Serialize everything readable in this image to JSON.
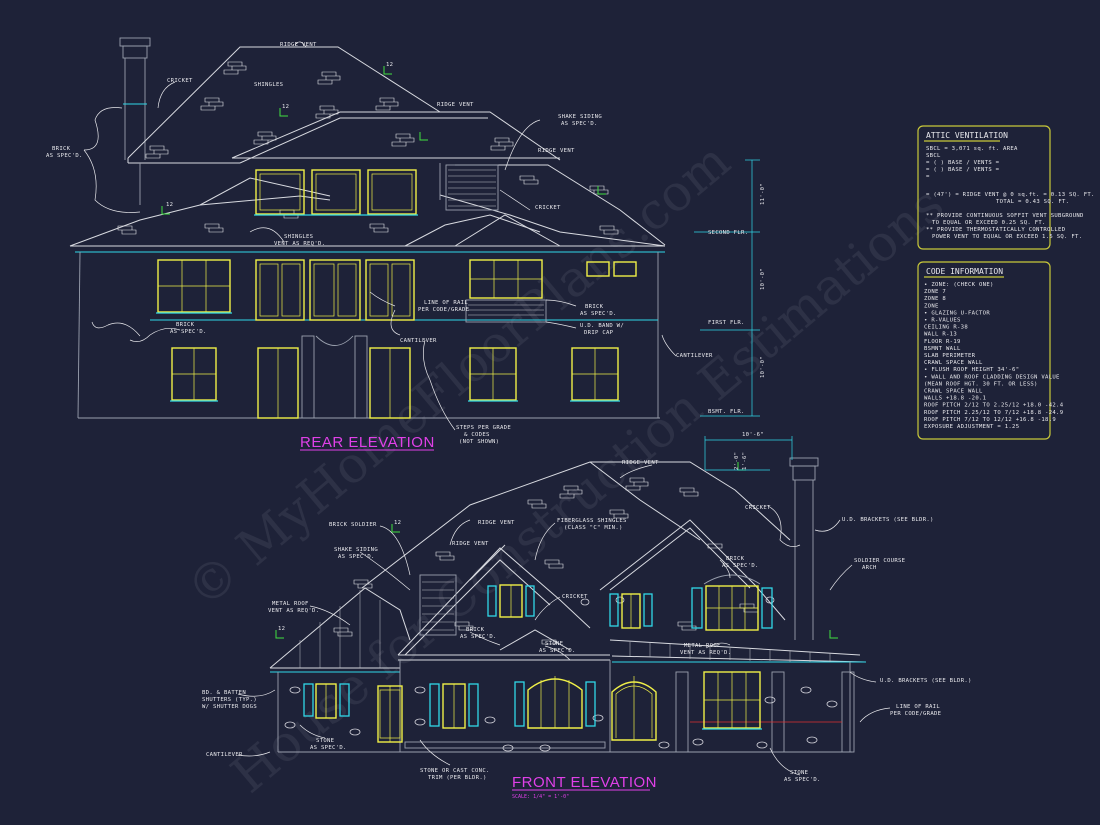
{
  "titles": {
    "rear": "REAR ELEVATION",
    "front": "FRONT ELEVATION",
    "front_scale": "SCALE: 1/4\" = 1'-0\""
  },
  "watermark": {
    "line1": "© MyHomeFloorPlans.com",
    "line2": "House for Construction Estimations"
  },
  "rear_labels": {
    "ridge_vent_top": "RIDGE VENT",
    "shingles": "SHINGLES",
    "cricket": "CRICKET",
    "brick_left_1": "BRICK",
    "brick_left_2": "AS SPEC'D.",
    "ridge_vent_mid": "RIDGE VENT",
    "shake_1": "SHAKE SIDING",
    "shake_2": "AS SPEC'D.",
    "ridge_vent_right": "RIDGE VENT",
    "cricket_right": "CRICKET",
    "shingles_vent_1": "SHINGLES",
    "shingles_vent_2": "VENT AS REQ'D.",
    "brick_mid_1": "BRICK",
    "brick_mid_2": "AS SPEC'D.",
    "line_rail_1": "LINE OF RAIL",
    "line_rail_2": "PER CODE/GRADE",
    "brick_right_1": "BRICK",
    "brick_right_2": "AS SPEC'D.",
    "band_1": "U.D. BAND W/",
    "band_2": "DRIP CAP",
    "cantilever_mid": "CANTILEVER",
    "cantilever_right": "CANTILEVER",
    "steps_1": "STEPS PER GRADE",
    "steps_2": "& CODES",
    "steps_3": "(NOT SHOWN)",
    "second_flr": "SECOND FLR.",
    "first_flr": "FIRST FLR.",
    "bsmt_flr": "BSMT. FLR.",
    "dim_1": "11'-0\"",
    "dim_2": "10'-0\"",
    "dim_3": "10'-0\"",
    "pitch": "12"
  },
  "front_labels": {
    "ridge_vent_top": "RIDGE VENT",
    "ridge_vent_2": "RIDGE VENT",
    "ridge_vent_3": "RIDGE VENT",
    "brick_soldier": "BRICK SOLDIER",
    "fiberglass_1": "FIBERGLASS SHINGLES",
    "fiberglass_2": "(CLASS \"C\" MIN.)",
    "shake_1": "SHAKE SIDING",
    "shake_2": "AS SPEC'D.",
    "metal_roof_1": "METAL ROOF",
    "metal_roof_2": "VENT AS REQ'D.",
    "cricket_1": "CRICKET",
    "cricket_2": "CRICKET",
    "brick_1": "BRICK",
    "brick_2": "AS SPEC'D.",
    "brick_c1": "BRICK",
    "brick_c2": "AS SPEC'D.",
    "stone_c1": "STONE",
    "stone_c2": "AS SPEC'D.",
    "metal_roof_b1": "METAL ROOF",
    "metal_roof_b2": "VENT AS REQ'D.",
    "brackets_top": "U.D. BRACKETS (SEE BLDR.)",
    "soldier_1": "SOLDIER COURSE",
    "soldier_2": "ARCH",
    "brackets_bot": "U.D. BRACKETS (SEE BLDR.)",
    "rail_1": "LINE OF RAIL",
    "rail_2": "PER CODE/GRADE",
    "board_1": "BD. & BATTEN",
    "board_2": "SHUTTERS (TYP.)",
    "board_3": "W/ SHUTTER DOGS",
    "stone_l1": "STONE",
    "stone_l2": "AS SPEC'D.",
    "cantilever": "CANTILEVER",
    "trim_1": "STONE OR CAST CONC.",
    "trim_2": "TRIM (PER BLDR.)",
    "stone_r1": "STONE",
    "stone_r2": "AS SPEC'D.",
    "dim_top": "10'-6\"",
    "dim_side_1": "2'-0\"",
    "dim_side_2": "1'-6\"",
    "pitch": "12"
  },
  "attic": {
    "title": "ATTIC VENTILATION",
    "line1": "SBCL = 3,071 sq. ft. AREA",
    "line2": "SBCL",
    "line3": "= ( )     BASE    /    VENTS  =",
    "line4": "= ( )     BASE    /    VENTS  =",
    "line5": "=",
    "line6": "= (47') = RIDGE VENT @ 0 sq.ft.  = 0.13 SQ. FT.",
    "line7": "TOTAL     = 0.43 SQ. FT.",
    "line8": "** PROVIDE CONTINUOUS SOFFIT VENT SUBGROUND",
    "line9": "TO EQUAL OR EXCEED 0.25 SQ. FT.",
    "line10": "** PROVIDE THERMOSTATICALLY CONTROLLED",
    "line11": "POWER VENT TO EQUAL OR EXCEED 1.5 SQ. FT."
  },
  "code": {
    "title": "CODE INFORMATION",
    "rows": [
      "• ZONE: (CHECK ONE)",
      "        ZONE 7",
      "        ZONE 8",
      "        ZONE",
      "• GLAZING U-FACTOR",
      "• R-VALUES",
      "        CEILING           R-38",
      "        WALL              R-13",
      "        FLOOR             R-19",
      "        BSMNT WALL",
      "        SLAB PERIMETER",
      "        CRAWL SPACE WALL",
      "• FLUSH ROOF HEIGHT   34'-6\"",
      "• WALL AND ROOF CLADDING DESIGN VALUE",
      "  (MEAN ROOF HGT. 30 FT. OR LESS)",
      "        CRAWL SPACE WALL",
      "        WALLS             +18.8 -20.1",
      "        ROOF PITCH 2/12 TO 2.25/12  +18.0 -42.4",
      "        ROOF PITCH 2.25/12 TO 7/12  +18.8 -24.9",
      "        ROOF PITCH 7/12 TO 12/12    +16.8 -18.9",
      "        EXPOSURE ADJUSTMENT         = 1.25"
    ]
  }
}
